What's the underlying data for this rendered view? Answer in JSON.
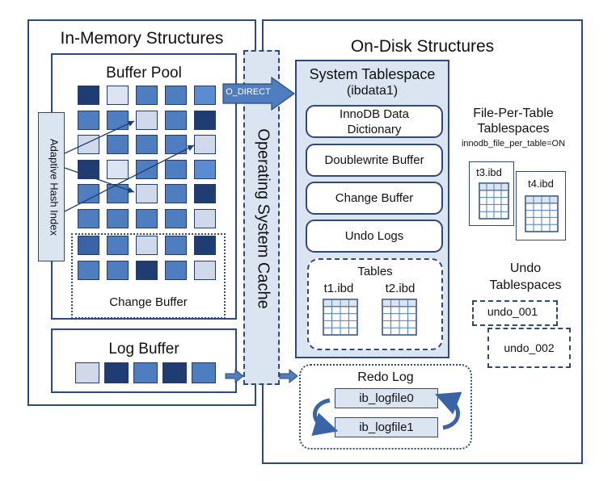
{
  "in_memory": {
    "title": "In-Memory Structures",
    "buffer_pool": "Buffer Pool",
    "adaptive_hash_index": "Adaptive Hash Index",
    "change_buffer": "Change Buffer",
    "log_buffer": "Log Buffer"
  },
  "os_cache": {
    "label": "Operating System Cache",
    "o_direct": "O_DIRECT"
  },
  "on_disk": {
    "title": "On-Disk Structures",
    "system_tablespace": {
      "title": "System Tablespace",
      "subtitle": "(ibdata1)",
      "items": [
        "InnoDB Data\nDictionary",
        "Doublewrite Buffer",
        "Change Buffer",
        "Undo Logs"
      ],
      "tables_title": "Tables",
      "table_files": [
        "t1.ibd",
        "t2.ibd"
      ]
    },
    "file_per_table": {
      "title_line1": "File-Per-Table",
      "title_line2": "Tablespaces",
      "setting": "innodb_file_per_table=ON",
      "files": [
        "t3.ibd",
        "t4.ibd"
      ]
    },
    "undo_tablespaces": {
      "title_line1": "Undo",
      "title_line2": "Tablespaces",
      "files": [
        "undo_001",
        "undo_002"
      ]
    },
    "redo_log": {
      "title": "Redo Log",
      "files": [
        "ib_logfile0",
        "ib_logfile1"
      ]
    }
  },
  "colors": {
    "border": "#2e4a78",
    "pale": "#dbe4f1",
    "light": "#cfd9ea",
    "mid": "#4f7ec0",
    "mid2": "#3a64a5",
    "bright": "#5b8bd0",
    "dark": "#1f3d73"
  }
}
